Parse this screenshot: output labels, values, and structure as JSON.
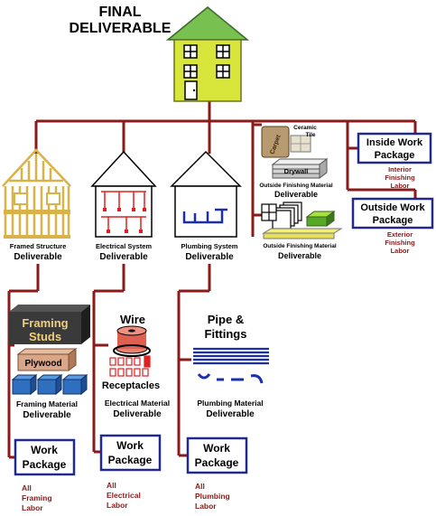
{
  "title": {
    "line1": "FINAL",
    "line2": "DELIVERABLE"
  },
  "deliverables": {
    "framed": {
      "line1": "Framed Structure",
      "line2": "Deliverable"
    },
    "electrical": {
      "line1": "Electrical  System",
      "line2": "Deliverable"
    },
    "plumbing": {
      "line1": "Plumbing  System",
      "line2": "Deliverable"
    },
    "outside_top": {
      "line1": "Outside Finishing Material",
      "line2": "Deliverable"
    },
    "outside_bottom": {
      "line1": "Outside Finishing Material",
      "line2": "Deliverable"
    }
  },
  "outside_materials": {
    "ceramic_line1": "Ceramic",
    "ceramic_line2": "Tile",
    "drywall": "Drywall",
    "carpet": "Carpet"
  },
  "inside_package": {
    "line1": "Inside Work",
    "line2": "Package",
    "labor_line1": "Interior",
    "labor_line2": "Finishing",
    "labor_line3": "Labor"
  },
  "outside_package": {
    "line1": "Outside Work",
    "line2": "Package",
    "labor_line1": "Exterior",
    "labor_line2": "Finishing",
    "labor_line3": "Labor"
  },
  "framing_materials": {
    "studs_line1": "Framing",
    "studs_line2": "Studs",
    "plywood": "Plywood",
    "cap_line1": "Framing Material",
    "cap_line2": "Deliverable"
  },
  "electrical_materials": {
    "wire": "Wire",
    "receptacles": "Receptacles",
    "cap_line1": "Electrical Material",
    "cap_line2": "Deliverable"
  },
  "plumbing_materials": {
    "pipe_line1": "Pipe &",
    "pipe_line2": "Fittings",
    "cap_line1": "Plumbing Material",
    "cap_line2": "Deliverable"
  },
  "work_packages": [
    {
      "line1": "Work",
      "line2": "Package",
      "labor_line1": "All",
      "labor_line2": "Framing",
      "labor_line3": "Labor"
    },
    {
      "line1": "Work",
      "line2": "Package",
      "labor_line1": "All",
      "labor_line2": "Electrical",
      "labor_line3": "Labor"
    },
    {
      "line1": "Work",
      "line2": "Package",
      "labor_line1": "All",
      "labor_line2": "Plumbing",
      "labor_line3": "Labor"
    }
  ],
  "colors": {
    "connector": "#8b1a1a",
    "labor_text": "#8b1a1a",
    "package_border": "#1f2a8c",
    "house_wall": "#d8e63c",
    "house_roof": "#78c050",
    "framing": "#d9b24a",
    "electrical": "#e02020",
    "plumbing": "#1a2fb0"
  }
}
